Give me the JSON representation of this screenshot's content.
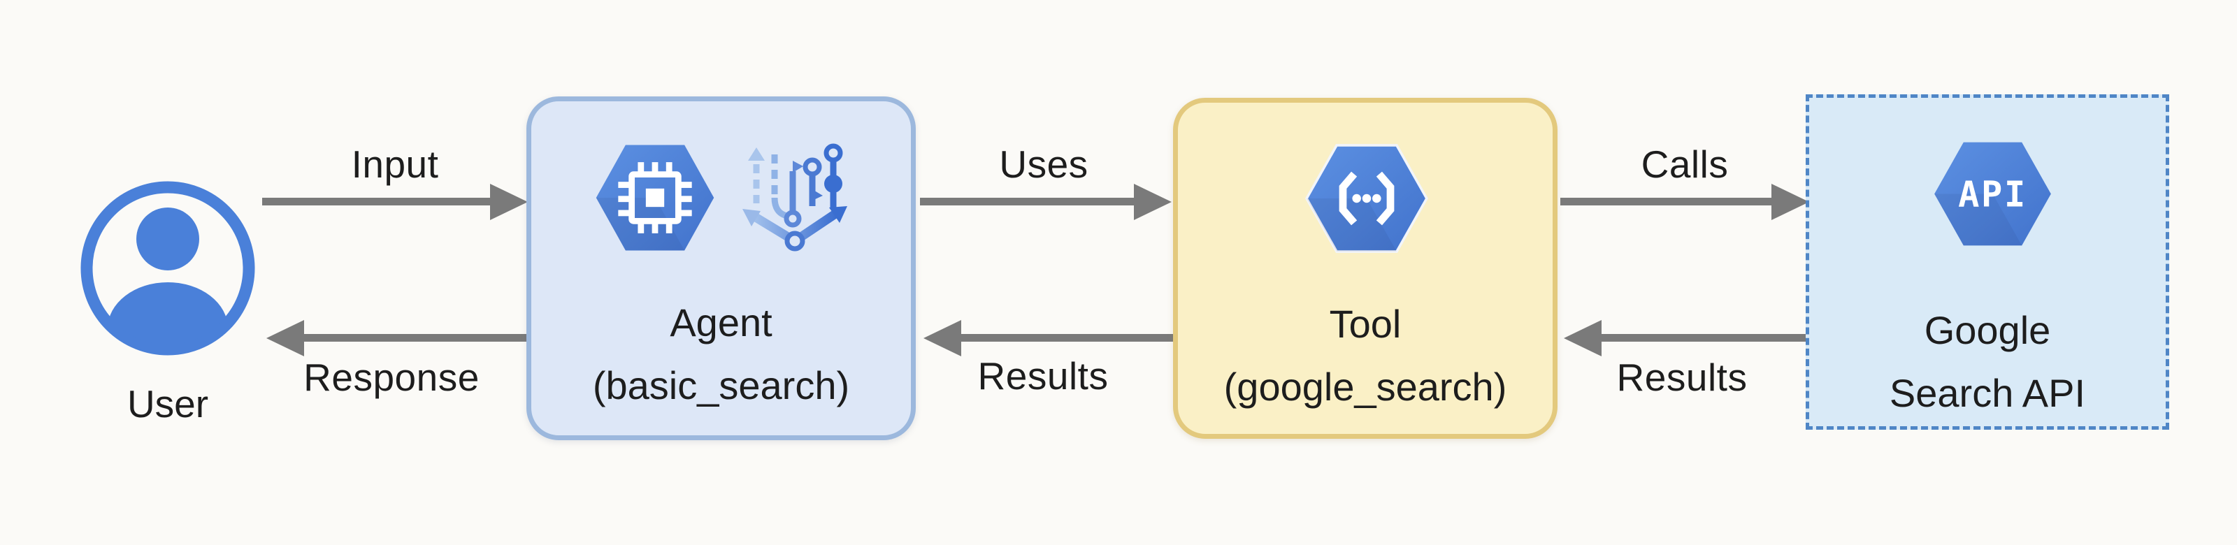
{
  "nodes": {
    "user": {
      "label": "User"
    },
    "agent": {
      "title": "Agent",
      "subtitle": "(basic_search)"
    },
    "tool": {
      "title": "Tool",
      "subtitle": "(google_search)"
    },
    "api": {
      "title": "Google",
      "subtitle": "Search API",
      "badge": "API"
    }
  },
  "edges": {
    "input": {
      "label": "Input"
    },
    "response": {
      "label": "Response"
    },
    "uses": {
      "label": "Uses"
    },
    "results_tool_to_agent": {
      "label": "Results"
    },
    "calls": {
      "label": "Calls"
    },
    "results_api_to_tool": {
      "label": "Results"
    }
  },
  "colors": {
    "background": "#fbfaf7",
    "arrow_gray": "#7a7a7a",
    "text_dark": "#1d1d1d",
    "agent_fill": "#dde7f7",
    "agent_border": "#9cb8dd",
    "tool_fill": "#faf0c6",
    "tool_border": "#e3c97d",
    "api_fill": "#d9eaf7",
    "api_border": "#4f86c6",
    "hex_blue_light": "#5c90e2",
    "hex_blue_dark": "#4273cc",
    "icon_blue_light": "#a4c2ec",
    "icon_blue_dark": "#3a6ed0",
    "user_blue": "#4a80d9"
  }
}
